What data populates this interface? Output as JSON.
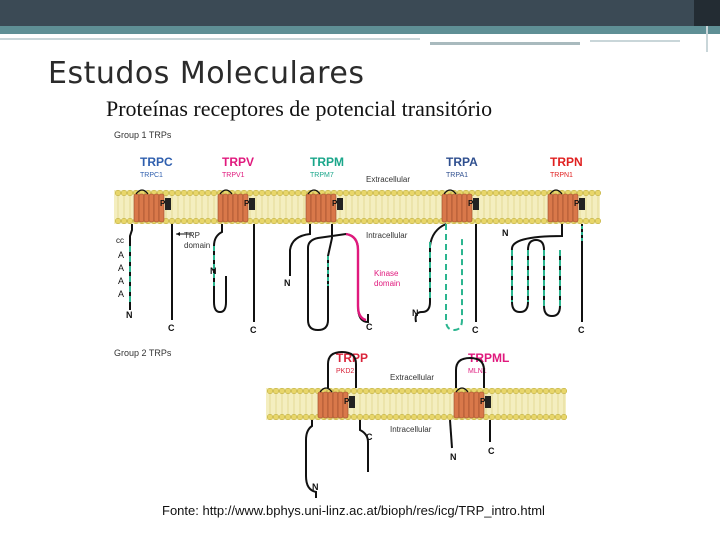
{
  "title": "Estudos Moleculares",
  "subtitle": "Proteínas receptores de potencial transitório",
  "source": "Fonte: http://www.bphys.uni-linz.ac.at/bioph/res/icg/TRP_intro.html",
  "diagram": {
    "group1_label": "Group 1 TRPs",
    "group2_label": "Group 2 TRPs",
    "extracellular": "Extracellular",
    "intracellular": "Intracellular",
    "trp_domain": "TRP\ndomain",
    "kinase_domain": "Kinase\ndomain",
    "cc": "cc",
    "ankyrin": "A",
    "n": "N",
    "c": "C",
    "p": "P",
    "group1": [
      {
        "name": "TRPC",
        "sub": "TRPC1",
        "color": "#2f5fae"
      },
      {
        "name": "TRPV",
        "sub": "TRPV1",
        "color": "#e0197d"
      },
      {
        "name": "TRPM",
        "sub": "TRPM7",
        "color": "#1aa68a"
      },
      {
        "name": "TRPA",
        "sub": "TRPA1",
        "color": "#2f4f8f"
      },
      {
        "name": "TRPN",
        "sub": "TRPN1",
        "color": "#e02020"
      }
    ],
    "group2": [
      {
        "name": "TRPP",
        "sub": "PKD2",
        "color": "#d9243a"
      },
      {
        "name": "TRPML",
        "sub": "MLN1",
        "color": "#e0197d"
      }
    ],
    "colors": {
      "membrane": "#e8d66a",
      "helix": "#d9784a",
      "helix_dark": "#9b4a2a",
      "teal": "#2bb58f",
      "kinase": "#e0197d",
      "chain": "#111111"
    }
  }
}
